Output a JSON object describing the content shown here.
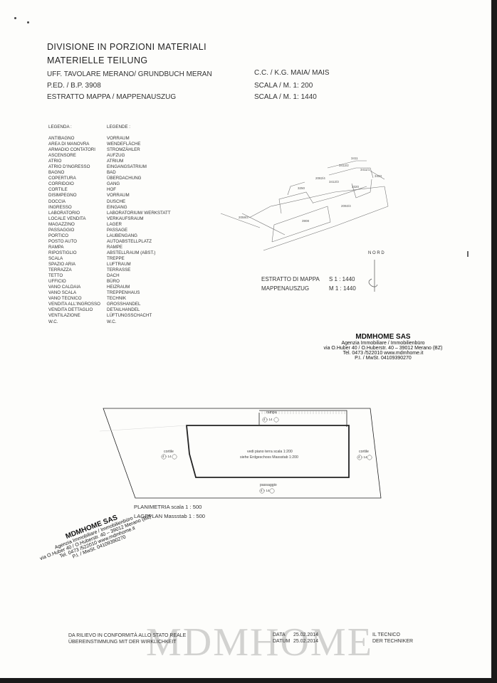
{
  "header": {
    "title_it": "DIVISIONE IN PORZIONI MATERIALI",
    "title_de": "MATERIELLE TEILUNG",
    "office": "UFF. TAVOLARE MERANO/ GRUNDBUCH MERAN",
    "ped": "P.ED. / B.P.   3908",
    "estratto": "ESTRATTO MAPPA / MAPPENAUSZUG",
    "cc": "C.C. / K.G.   MAIA/ MAIS",
    "scala1": "SCALA / M.     1: 200",
    "scala2": "SCALA / M.     1: 1440"
  },
  "legend": {
    "heading_it": "LEGENDA :",
    "heading_de": "LEGENDE :",
    "items_it": [
      "ANTIBAGNO",
      "AREA DI MANOVRA",
      "ARMADIO CONTATORI",
      "ASCENSORE",
      "ATRIO",
      "ATRIO D'INGRESSO",
      "BAGNO",
      "COPERTURA",
      "CORRIDOIO",
      "CORTILE",
      "DISIMPEGNO",
      "DOCCIA",
      "INGRESSO",
      "LABORATORIO",
      "LOCALE VENDITA",
      "MAGAZZINO",
      "PASSAGGIO",
      "PORTICO",
      "POSTO AUTO",
      "RAMPA",
      "RIPOSTIGLIO",
      "SCALA",
      "SPAZIO ARIA",
      "TERRAZZA",
      "TETTO",
      "UFFICIO",
      "VANO CALDAIA",
      "VANO SCALA",
      "VANO TECNICO",
      "VENDITA ALL'INGROSSO",
      "VENDITA DETTAGLIO",
      "VENTILAZIONE",
      "W.C."
    ],
    "items_de": [
      "VORRAUM",
      "WENDEFLÄCHE",
      "STROMZÄHLER",
      "AUFZUG",
      "ATRIUM",
      "EINGANGSATRIUM",
      "BAD",
      "ÜBERDACHUNG",
      "GANG",
      "HOF",
      "VORRAUM",
      "DUSCHE",
      "EINGANG",
      "LABORATORIUM/ WERKSTATT",
      "VERKAUFSRAUM",
      "LAGER",
      "PASSAGE",
      "LAUBENGANG",
      "AUTOABSTELLPLATZ",
      "RAMPE",
      "ABSTELLRAUM (ABST.)",
      "TREPPE",
      "LUFTRAUM",
      "TERRASSE",
      "DACH",
      "BÜRO",
      "HEIZRAUM",
      "TREPPENHAUS",
      "TECHNIK",
      "GROSSHANDEL",
      "DETAILHANDEL",
      "LÜFTUNGSSCHACHT",
      "W.C."
    ]
  },
  "map": {
    "parcels": [
      "3411",
      "3412/2",
      "3411/1",
      "2082/4",
      "3412/3",
      "3433",
      "3250",
      "3320",
      "2092/4",
      "2058/3",
      "3908"
    ],
    "north": "N O R D",
    "extract_it": "ESTRATTO DI MAPPA",
    "extract_it_scale": "S 1 : 1440",
    "extract_de": "MAPPENAUSZUG",
    "extract_de_scale": "M 1 : 1440"
  },
  "stamp": {
    "name": "MDMHOME SAS",
    "line1": "Agenzia Immobiliare / Immobilienbüro",
    "line2": "via O.Huber 40 / O.Huberstr. 40 – 39012 Merano (BZ)",
    "line3": "Tel. 0473 /522010  www.mdmhome.it",
    "line4": "P.I. / MwSt. 04109390270"
  },
  "plan": {
    "rampa": "rampa",
    "ref": "4 ÷ 14",
    "cortile_left": "cortile",
    "cortile_right": "cortile",
    "note_it": "vedi piano terra scala 1:200",
    "note_de": "siehe Erdgeschoss Massstab 1:200",
    "passaggio": "passaggio",
    "planimetria": "PLANIMETRIA   scala 1 : 500",
    "lageplan": "LAGEPLAN  Massstab 1 : 500"
  },
  "footer": {
    "conf_it": "DA RILIEVO IN CONFORMITÀ ALLO STATO REALE",
    "conf_de": "ÜBEREINSTIMMUNG MIT DER WIRKLICHKEIT",
    "data_label": "DATA",
    "data_value": "25.02.2014",
    "datum_label": "DATUM",
    "datum_value": "25.02.2014",
    "tecnico_it": "IL TECNICO",
    "tecnico_de": "DER TECHNIKER",
    "watermark": "MDMHOME"
  }
}
